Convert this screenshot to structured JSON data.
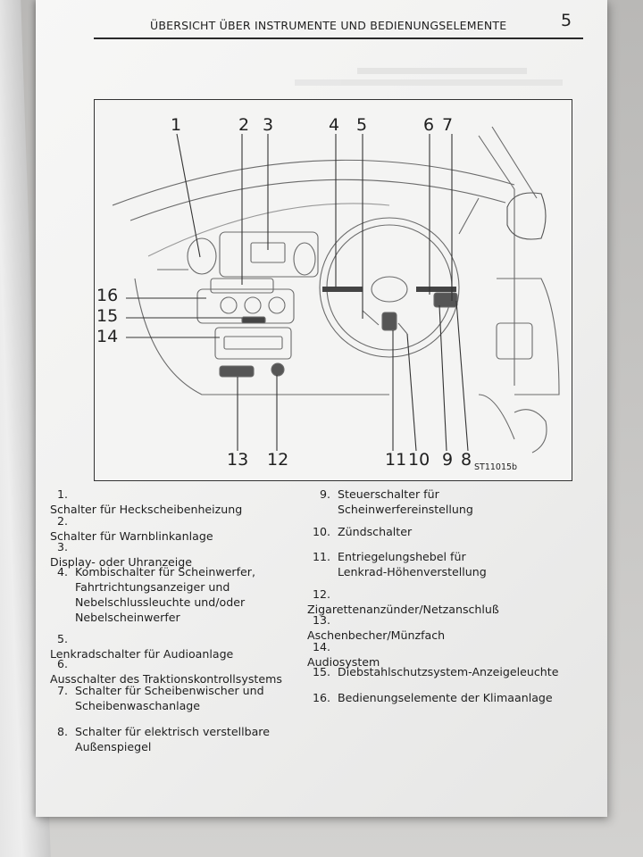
{
  "header": {
    "title": "ÜBERSICHT ÜBER INSTRUMENTE UND BEDIENUNGSELEMENTE",
    "page_number": "5"
  },
  "figure": {
    "code": "ST11015b",
    "callouts": [
      "1",
      "2",
      "3",
      "4",
      "5",
      "6",
      "7",
      "16",
      "15",
      "14",
      "13",
      "12",
      "11",
      "10",
      "9",
      "8"
    ]
  },
  "legend": {
    "items": [
      {
        "num": "1.",
        "text": "Schalter für Heckscheibenheizung"
      },
      {
        "num": "2.",
        "text": "Schalter für Warnblinkanlage"
      },
      {
        "num": "3.",
        "text": "Display- oder Uhranzeige"
      },
      {
        "num": "4.",
        "text": "Kombischalter für Scheinwerfer, Fahrtrichtungsanzeiger und Nebelschlussleuchte und/oder Nebelscheinwerfer"
      },
      {
        "num": "5.",
        "text": "Lenkradschalter für Audioanlage"
      },
      {
        "num": "6.",
        "text": "Ausschalter des Traktionskontrollsystems"
      },
      {
        "num": "7.",
        "text": "Schalter für Scheibenwischer und Scheibenwaschanlage"
      },
      {
        "num": "8.",
        "text": "Schalter für elektrisch verstellbare Außenspiegel"
      },
      {
        "num": "9.",
        "text": "Steuerschalter für Scheinwerfereinstellung"
      },
      {
        "num": "10.",
        "text": "Zündschalter"
      },
      {
        "num": "11.",
        "text": "Entriegelungshebel für Lenkrad-Höhenverstellung"
      },
      {
        "num": "12.",
        "text": "Zigarettenanzünder/Netzanschluß"
      },
      {
        "num": "13.",
        "text": "Aschenbecher/Münzfach"
      },
      {
        "num": "14.",
        "text": "Audiosystem"
      },
      {
        "num": "15.",
        "text": "Diebstahlschutzsystem-Anzeigeleuchte"
      },
      {
        "num": "16.",
        "text": "Bedienungselemente der Klimaanlage"
      }
    ]
  }
}
